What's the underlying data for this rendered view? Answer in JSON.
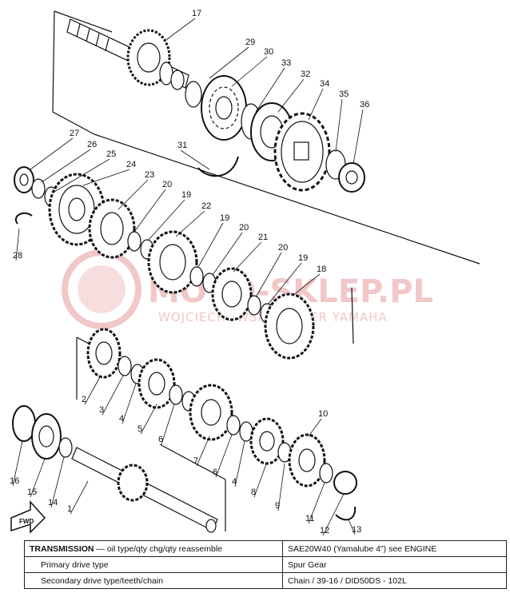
{
  "watermark": {
    "brand": "MOTO-SKLEP.PL",
    "dealer": "WOJCIECHOWSKI DEALER YAMAHA"
  },
  "callouts": [
    "17",
    "29",
    "30",
    "33",
    "32",
    "34",
    "35",
    "36",
    "31",
    "27",
    "26",
    "25",
    "24",
    "23",
    "20",
    "19",
    "22",
    "28",
    "19",
    "20",
    "21",
    "20",
    "19",
    "18",
    "2",
    "3",
    "4",
    "5",
    "6",
    "7",
    "6",
    "4",
    "8",
    "10",
    "9",
    "11",
    "12",
    "13",
    "16",
    "15",
    "14",
    "1"
  ],
  "fwd_label": "FWD",
  "table": {
    "rows": [
      {
        "label_bold": "TRANSMISSION",
        "label_rest": " — oil type/qty chg/qty reassemble",
        "value": "SAE20W40 (Yamalube 4\") see ENGINE"
      },
      {
        "label": "Primary drive type",
        "value": "Spur Gear"
      },
      {
        "label": "Secondary drive type/teeth/chain",
        "value": "Chain / 39-16 / DID50DS - 102L"
      }
    ]
  },
  "colors": {
    "line": "#111111",
    "watermark": "#f1c7c7",
    "background": "#ffffff"
  }
}
